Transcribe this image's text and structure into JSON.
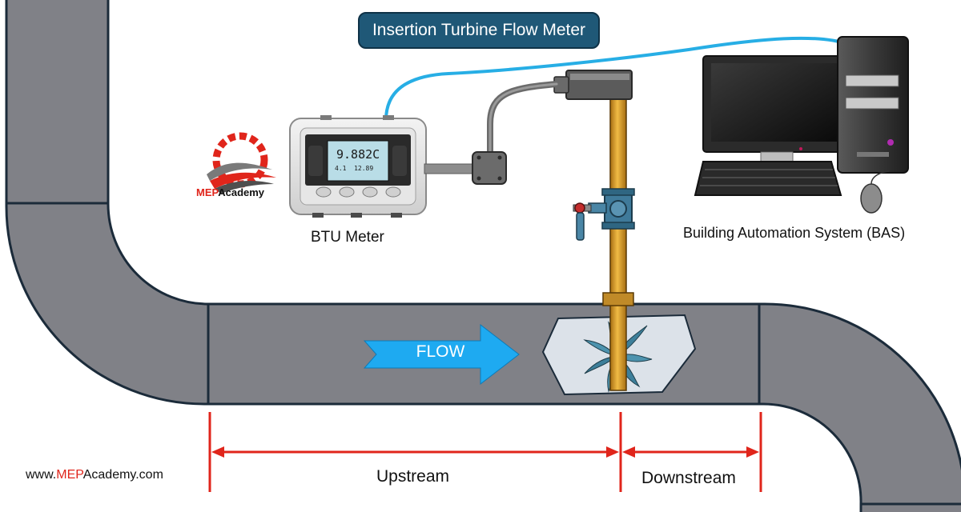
{
  "title": "Insertion Turbine Flow Meter",
  "flow_label": "FLOW",
  "btu_meter_label": "BTU Meter",
  "bas_label": "Building Automation System (BAS)",
  "upstream_label": "Upstream",
  "downstream_label": "Downstream",
  "website": {
    "prefix": "www.",
    "brand": "MEP",
    "suffix": "Academy.com"
  },
  "logo": {
    "brand": "MEP",
    "suffix": "Academy"
  },
  "btu_display": {
    "reading": "9.882",
    "unit": "C",
    "sub_a": "4.1",
    "sub_b": "12.89"
  },
  "colors": {
    "pipe": "#808187",
    "pipe_outline": "#1b2b3a",
    "title_box": "#1f5877",
    "flow_arrow": "#1eaaf1",
    "dimension_lines": "#e0251b",
    "cable": "#27aee5",
    "stem": "#dea233",
    "accent_red": "#e0251b"
  }
}
